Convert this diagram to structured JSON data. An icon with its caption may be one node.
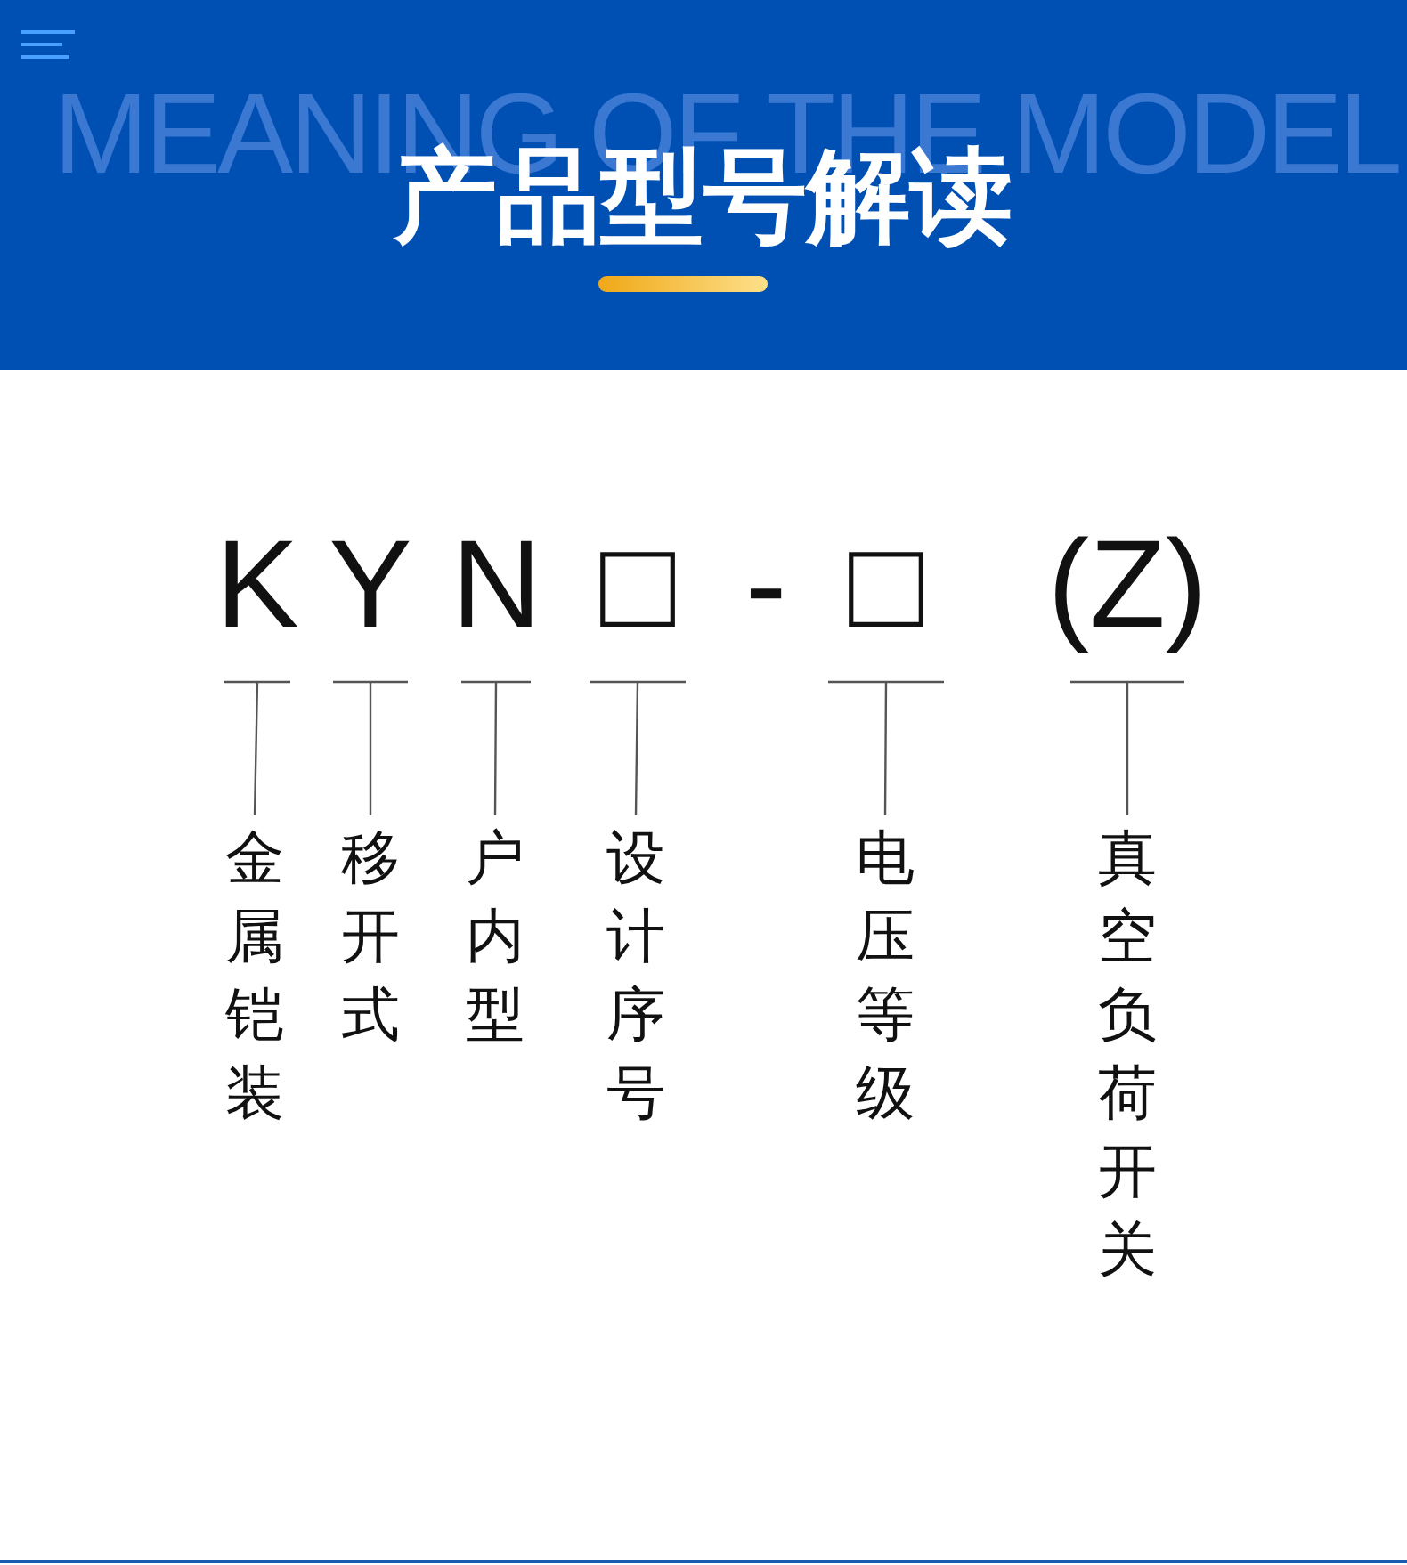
{
  "diagram": {
    "title": "产品型号解读",
    "nodes": [
      {
        "text": [
          "K"
        ]
      },
      {
        "text": [
          "Y"
        ]
      },
      {
        "text": [
          "N"
        ]
      },
      {
        "text": [
          "□"
        ]
      },
      {
        "text": [
          "□"
        ]
      },
      {
        "text": [
          "(Z)"
        ]
      },
      {
        "text": [
          "金属铠装"
        ]
      },
      {
        "text": [
          "移开式"
        ]
      },
      {
        "text": [
          "户内型"
        ]
      },
      {
        "text": [
          "设计序号"
        ]
      },
      {
        "text": [
          "电压等级"
        ]
      },
      {
        "text": [
          "真空负荷开关"
        ]
      }
    ],
    "edges": [
      {
        "from": 0,
        "to": 6,
        "arrow": "none"
      },
      {
        "from": 1,
        "to": 7,
        "arrow": "none"
      },
      {
        "from": 2,
        "to": 8,
        "arrow": "none"
      },
      {
        "from": 3,
        "to": 9,
        "arrow": "none"
      },
      {
        "from": 4,
        "to": 10,
        "arrow": "none"
      },
      {
        "from": 5,
        "to": 11,
        "arrow": "none"
      }
    ],
    "labels": [
      "MEANING OF THE MODEL",
      "-"
    ]
  }
}
